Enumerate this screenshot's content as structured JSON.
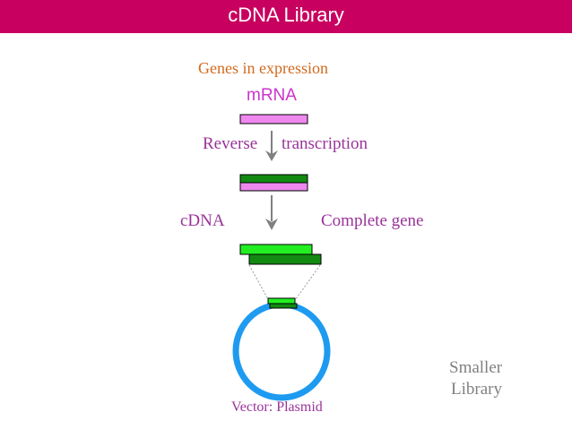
{
  "header": {
    "title": "cDNA Library"
  },
  "labels": {
    "genes_in_expression": "Genes in expression",
    "mrna": "mRNA",
    "reverse": "Reverse",
    "transcription": "transcription",
    "cdna": "cDNA",
    "complete_gene": "Complete gene",
    "vector": "Vector: Plasmid",
    "smaller": "Smaller",
    "library": "Library"
  },
  "colors": {
    "banner": "#c8005f",
    "genes_label": "#d2691e",
    "mrna_label": "#cc33cc",
    "purple_text": "#993399",
    "gray_text": "#808080",
    "mrna_strand": "#ee88ee",
    "cdna_strand": "#128a12",
    "bright_strand": "#22ee22",
    "plasmid": "#1e9bf0",
    "arrow": "#808080"
  }
}
